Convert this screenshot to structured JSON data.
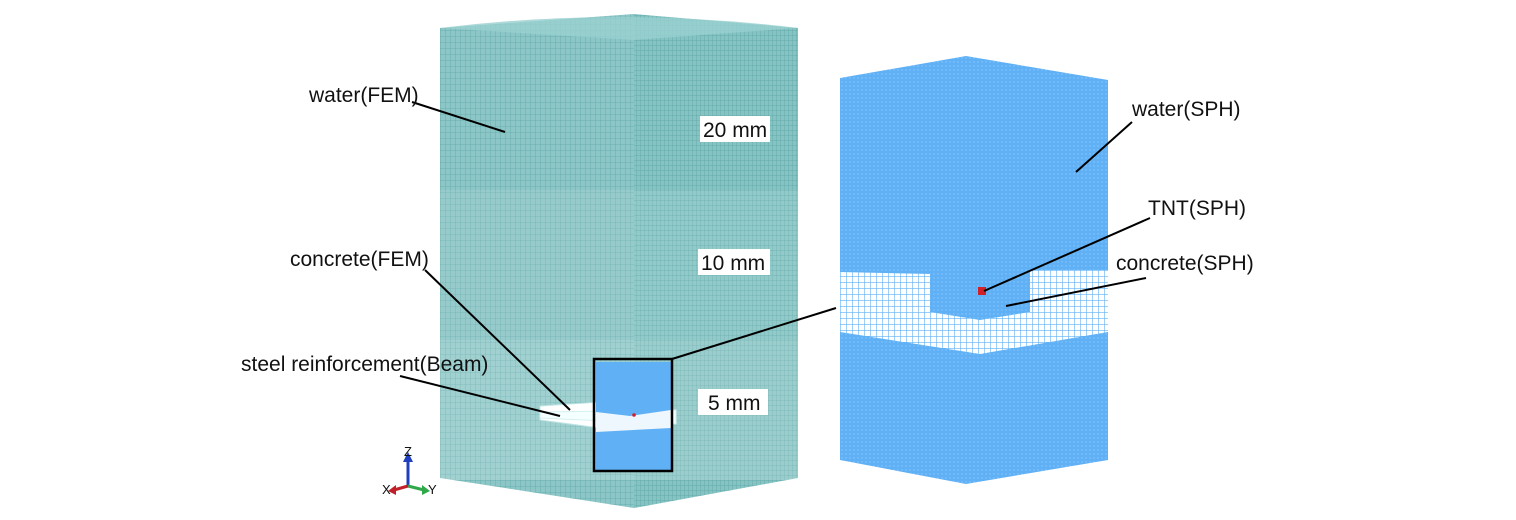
{
  "labels": {
    "water_fem": "water(FEM)",
    "concrete_fem": "concrete(FEM)",
    "steel_beam": "steel reinforcement(Beam)",
    "water_sph": "water(SPH)",
    "tnt_sph": "TNT(SPH)",
    "concrete_sph": "concrete(SPH)"
  },
  "mesh_sizes": {
    "top": "20 mm",
    "middle": "10 mm",
    "bottom": "5 mm"
  },
  "axes": {
    "z": "Z",
    "x": "X",
    "y": "Y"
  },
  "colors": {
    "fem_water": "#7fbfbf",
    "sph_water": "#5fb0f5",
    "sph_concrete": "#ffffff",
    "tnt": "#d0202a",
    "axis_z": "#1f3fbf",
    "axis_y": "#2fa84a",
    "axis_x": "#c0202a"
  }
}
